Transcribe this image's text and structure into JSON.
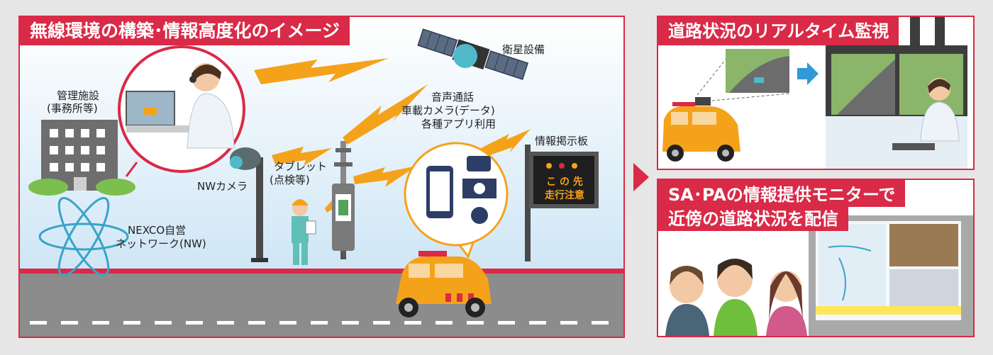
{
  "main_panel": {
    "title": "無線環境の構築･情報高度化のイメージ",
    "labels": {
      "satellite": "衛星設備",
      "facility_line1": "管理施設",
      "facility_line2": "(事務所等)",
      "services_line1": "音声通話",
      "services_line2": "車載カメラ(データ)",
      "services_line3": "各種アプリ利用",
      "info_board": "情報掲示板",
      "tablet_line1": "タブレット",
      "tablet_line2": "(点検等)",
      "nw_camera": "NWカメラ",
      "network_line1": "NEXCO自営",
      "network_line2": "ネットワーク(NW)"
    },
    "sign_text_line1": "こ の 先",
    "sign_text_line2": "走行注意"
  },
  "realtime_panel": {
    "title": "道路状況のリアルタイム監視"
  },
  "sapa_panel": {
    "title_line1": "SA･PAの情報提供モニターで",
    "title_line2": "近傍の道路状況を配信"
  },
  "colors": {
    "accent": "#d92a47",
    "lightning": "#f5a21b",
    "vehicle": "#f5a21b",
    "road": "#8c8c8c",
    "sky_top": "#cfe6f6"
  }
}
